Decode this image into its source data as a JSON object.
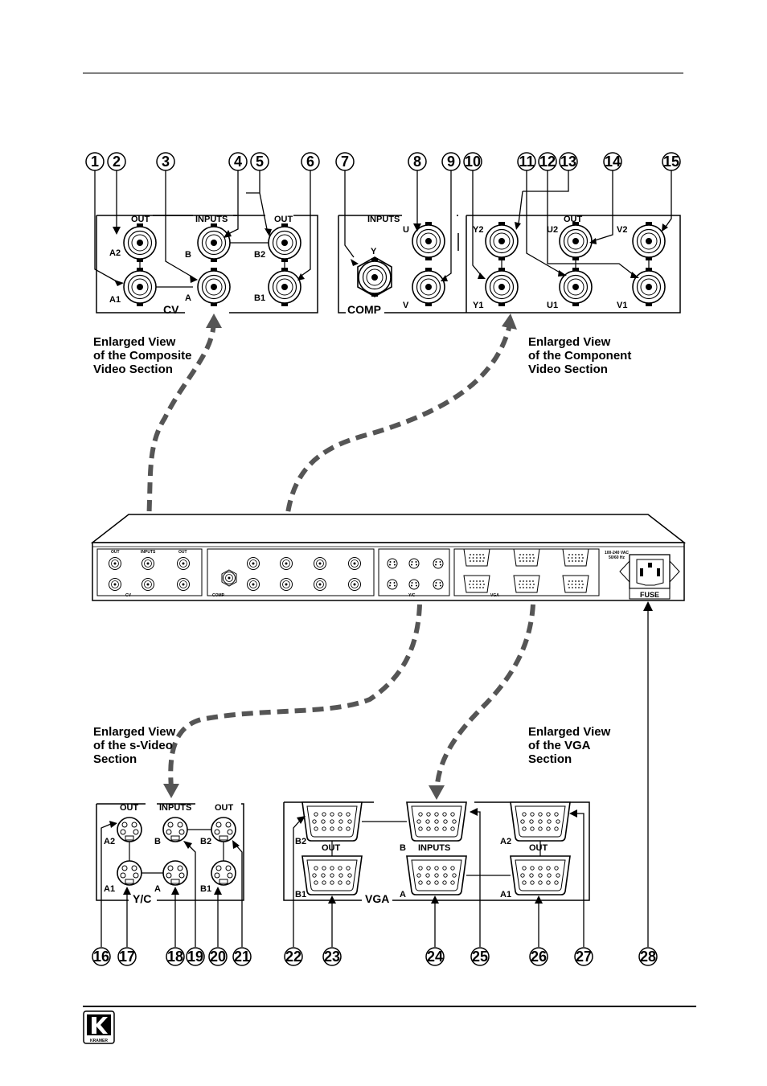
{
  "callouts": {
    "n1": "1",
    "n2": "2",
    "n3": "3",
    "n4": "4",
    "n5": "5",
    "n6": "6",
    "n7": "7",
    "n8": "8",
    "n9": "9",
    "n10": "10",
    "n11": "11",
    "n12": "12",
    "n13": "13",
    "n14": "14",
    "n15": "15",
    "n16": "16",
    "n17": "17",
    "n18": "18",
    "n19": "19",
    "n20": "20",
    "n21": "21",
    "n22": "22",
    "n23": "23",
    "n24": "24",
    "n25": "25",
    "n26": "26",
    "n27": "27",
    "n28": "28"
  },
  "captions": {
    "composite": "Enlarged View\nof the Composite\nVideo Section",
    "component": "Enlarged View\nof the Component\nVideo Section",
    "svideo": "Enlarged View\nof the s-Video\nSection",
    "vga": "Enlarged View\nof the VGA\nSection"
  },
  "cv_panel": {
    "out": "OUT",
    "inputs": "INPUTS",
    "out2": "OUT",
    "a2": "A2",
    "b": "B",
    "b2": "B2",
    "a1": "A1",
    "a": "A",
    "b1": "B1",
    "title": "CV"
  },
  "comp_panel": {
    "inputs": "INPUTS",
    "y": "Y",
    "u": "U",
    "v": "V",
    "title": "COMP",
    "out": "OUT",
    "y2": "Y2",
    "u2": "U2",
    "v2": "V2",
    "y1": "Y1",
    "u1": "U1",
    "v1": "V1"
  },
  "yc_panel": {
    "out": "OUT",
    "inputs": "INPUTS",
    "out2": "OUT",
    "a2": "A2",
    "b": "B",
    "b2": "B2",
    "a1": "A1",
    "a": "A",
    "b1": "B1",
    "title": "Y/C"
  },
  "vga_panel": {
    "b2": "B2",
    "out": "OUT",
    "b": "B",
    "inputs": "INPUTS",
    "a2": "A2",
    "out2": "OUT",
    "b1": "B1",
    "title": "VGA",
    "a": "A",
    "a1": "A1"
  },
  "device": {
    "power_rating": "100-240 VAC",
    "power_freq": "50/60 Hz",
    "fuse": "FUSE",
    "cv": "CV",
    "comp": "COMP",
    "yc": "Y/C",
    "vga": "VGA",
    "inputs": "INPUTS",
    "out": "OUT"
  },
  "logo": {
    "brand": "KRAMER",
    "letter": "K"
  },
  "colors": {
    "ink": "#000000",
    "arrow": "#555555"
  }
}
